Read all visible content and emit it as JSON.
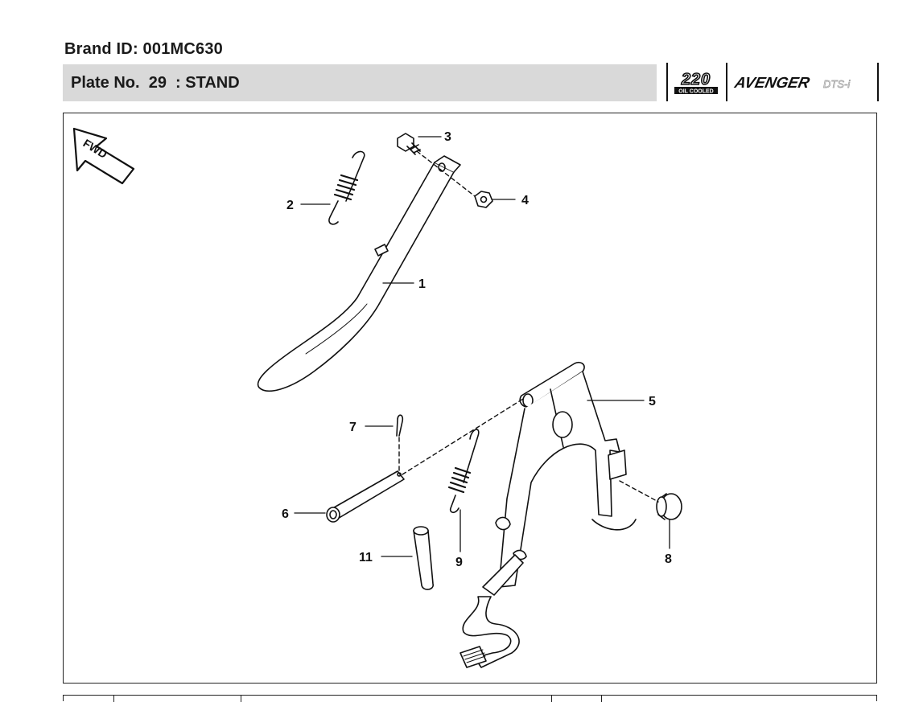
{
  "header": {
    "brand_id": "Brand ID: 001MC630",
    "plate_title": "Plate No.  29  : STAND"
  },
  "logo": {
    "engine_number": "220",
    "engine_type": "OIL COOLED",
    "model_name": "AVENGER",
    "model_suffix": "DTS-i"
  },
  "diagram": {
    "direction_label": "FWD",
    "callouts": {
      "c1": "1",
      "c2": "2",
      "c3": "3",
      "c4": "4",
      "c5": "5",
      "c6": "6",
      "c7": "7",
      "c8": "8",
      "c9": "9",
      "c11": "11"
    }
  }
}
